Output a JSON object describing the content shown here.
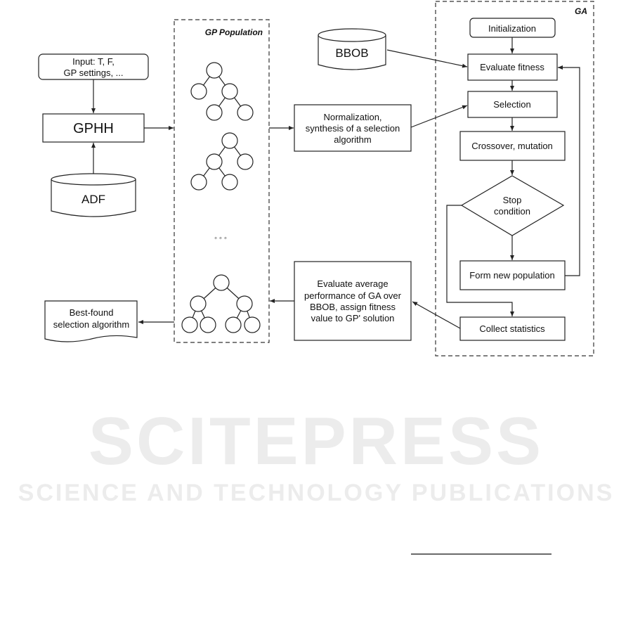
{
  "watermark": {
    "title": "SCITEPRESS",
    "subtitle": "SCIENCE AND TECHNOLOGY PUBLICATIONS"
  },
  "left": {
    "input_line1": "Input: T, F,",
    "input_line2": "GP settings, ...",
    "gphh": "GPHH",
    "adf": "ADF",
    "best_line1": "Best-found",
    "best_line2": "selection algorithm"
  },
  "gp_population": {
    "title": "GP Population",
    "ellipsis": "◦ ◦ ◦"
  },
  "middle": {
    "normalization_line1": "Normalization,",
    "normalization_line2": "synthesis of a selection",
    "normalization_line3": "algorithm",
    "evaluate_line1": "Evaluate average",
    "evaluate_line2": "performance of GA over",
    "evaluate_line3": "BBOB, assign fitness",
    "evaluate_line4": "value to GP' solution",
    "bbob": "BBOB"
  },
  "ga": {
    "title": "GA",
    "initialization": "Initialization",
    "evaluate_fitness": "Evaluate fitness",
    "selection": "Selection",
    "crossover": "Crossover, mutation",
    "stop_line1": "Stop",
    "stop_line2": "condition",
    "form_new": "Form new population",
    "collect": "Collect statistics"
  }
}
